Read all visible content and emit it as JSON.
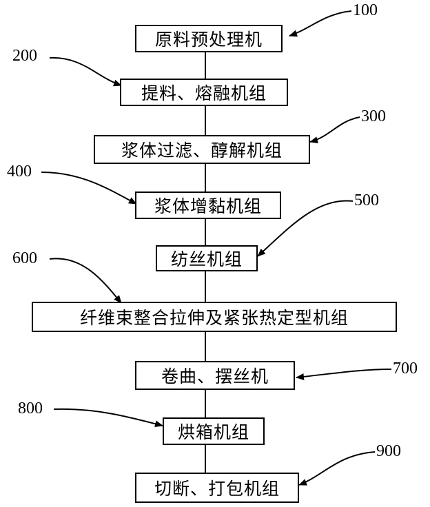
{
  "steps": [
    {
      "id": "100",
      "label": "原料预处理机"
    },
    {
      "id": "200",
      "label": "提料、熔融机组"
    },
    {
      "id": "300",
      "label": "浆体过滤、醇解机组"
    },
    {
      "id": "400",
      "label": "浆体增黏机组"
    },
    {
      "id": "500",
      "label": "纺丝机组"
    },
    {
      "id": "600",
      "label": "纤维束整合拉伸及紧张热定型机组"
    },
    {
      "id": "700",
      "label": "卷曲、摆丝机"
    },
    {
      "id": "800",
      "label": "烘箱机组"
    },
    {
      "id": "900",
      "label": "切断、打包机组"
    }
  ],
  "colors": {
    "line": "#000000",
    "text": "#000000",
    "background": "#ffffff"
  }
}
